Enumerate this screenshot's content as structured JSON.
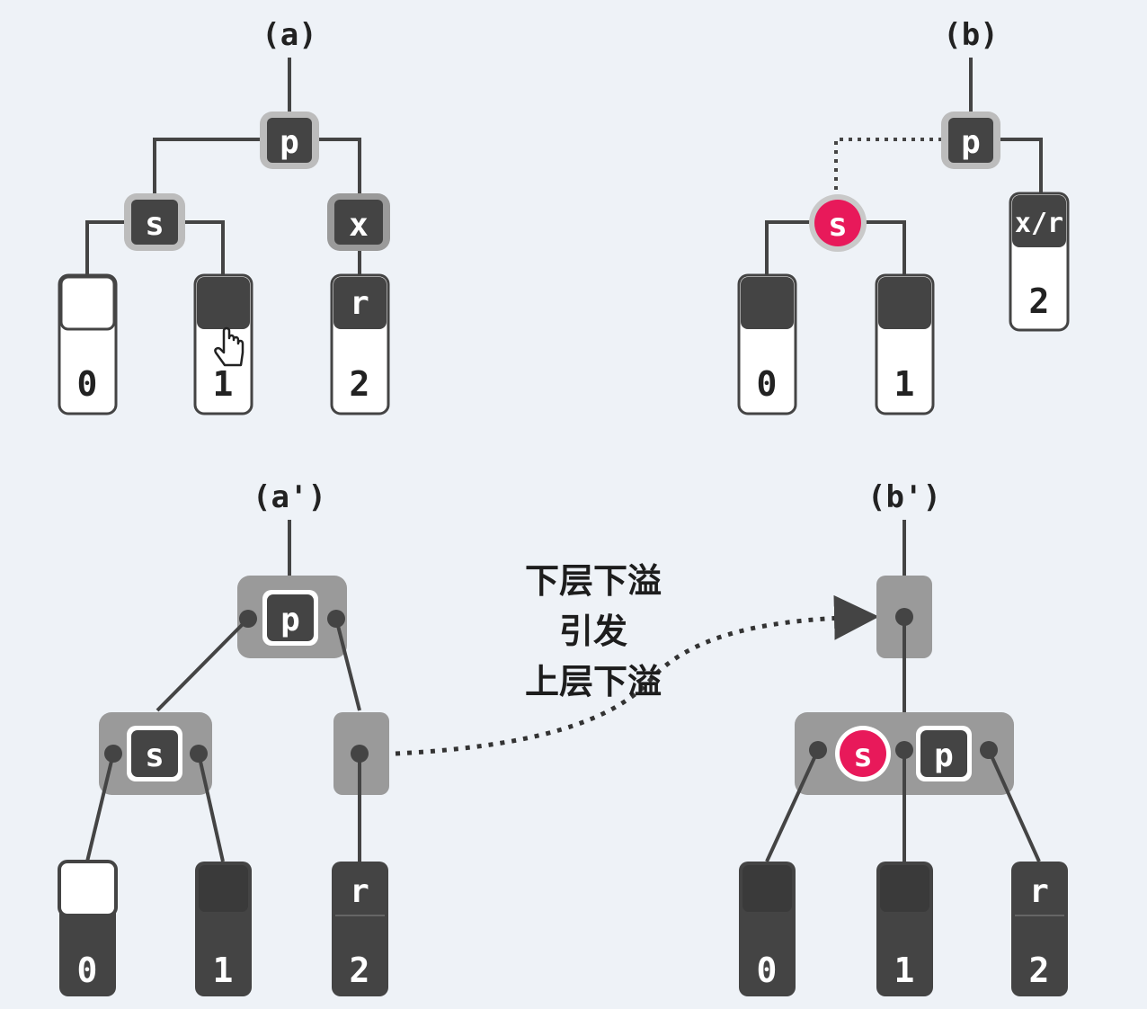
{
  "labels": {
    "a": "(a)",
    "b": "(b)",
    "a_prime": "(a')",
    "b_prime": "(b')"
  },
  "caption": [
    "下层下溢",
    "引发",
    "上层下溢"
  ],
  "keys": {
    "p": "p",
    "s": "s",
    "x": "x",
    "r": "r",
    "xr": "x/r"
  },
  "slots": [
    "0",
    "1",
    "2"
  ],
  "colors": {
    "background": "#eef2f7",
    "dark_key": "#444444",
    "gray_box": "#9a9a9a",
    "node_shadow": "#b5b5b5",
    "highlight": "#e8195a",
    "line": "#444444"
  },
  "icons": [
    "cursor-hand-icon"
  ]
}
